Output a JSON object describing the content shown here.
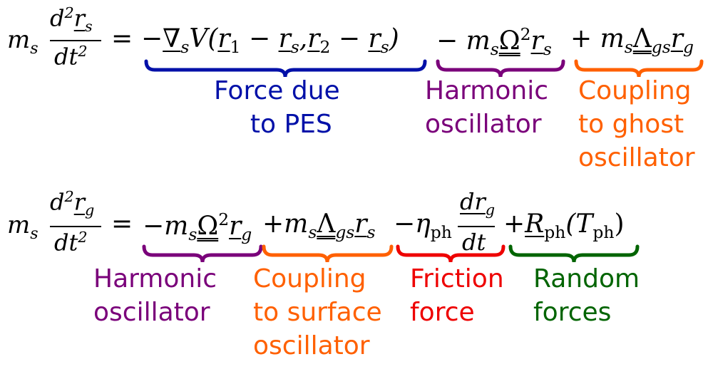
{
  "equation1": {
    "m": "m",
    "m_sub": "s",
    "num_d": "d",
    "num_sup": "2",
    "num_r": "r",
    "num_sub": "s",
    "den": "dt",
    "den_sup": "2",
    "eq": "=",
    "minus1": "−",
    "nabla": "∇",
    "nabla_sub": "s",
    "V_open": "V(",
    "r1": "r",
    "r1_sub": "1",
    "minus_a": "−",
    "rs_a": "r",
    "rs_a_sub": "s",
    "comma": ",",
    "r2": "r",
    "r2_sub": "2",
    "minus_b": "−",
    "rs_b": "r",
    "rs_b_sub": "s",
    "close": ")",
    "minus2": "−",
    "m2": "m",
    "m2_sub": "s",
    "Omega": "Ω",
    "Omega_sup": "2",
    "r3": "r",
    "r3_sub": "s",
    "plus": "+",
    "m3": "m",
    "m3_sub": "s",
    "Lambda": "Λ",
    "Lambda_sub": "gs",
    "rg": "r",
    "rg_sub": "g"
  },
  "equation2": {
    "m": "m",
    "m_sub": "s",
    "num_d": "d",
    "num_sup": "2",
    "num_r": "r",
    "num_sub": "g",
    "den": "dt",
    "den_sup": "2",
    "eq": "=",
    "minus1": "−",
    "m2": "m",
    "m2_sub": "s",
    "Omega": "Ω",
    "Omega_sup": "2",
    "r3": "r",
    "r3_sub": "g",
    "plus1": "+",
    "m3": "m",
    "m3_sub": "s",
    "Lambda": "Λ",
    "Lambda_sub": "gs",
    "r4": "r",
    "r4_sub": "s",
    "minus2": "−",
    "eta": "η",
    "eta_sub": "ph",
    "fr_num": "dr",
    "fr_num_sub": "g",
    "fr_den": "dt",
    "plus2": "+",
    "R": "R",
    "R_sub": "ph",
    "T_open": "(T",
    "T_sub": "ph",
    "T_close": ")"
  },
  "labels": {
    "force_pes": [
      "Force due",
      "to PES"
    ],
    "harmonic1": [
      "Harmonic",
      "oscillator"
    ],
    "coupling_ghost": [
      "Coupling",
      "to ghost",
      "oscillator"
    ],
    "harmonic2": [
      "Harmonic",
      "oscillator"
    ],
    "coupling_surface": [
      "Coupling",
      "to surface",
      "oscillator"
    ],
    "friction": [
      "Friction",
      "force"
    ],
    "random": [
      "Random",
      "forces"
    ]
  },
  "colors": {
    "blue": "#0010a8",
    "purple": "#7a007a",
    "orange": "#ff6000",
    "red": "#ee0000",
    "green": "#006400"
  }
}
